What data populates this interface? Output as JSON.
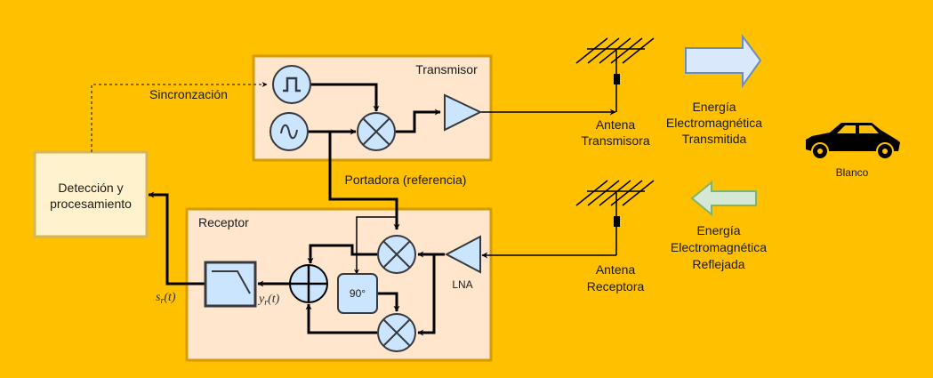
{
  "diagram": {
    "title": "Radar system block diagram",
    "colors": {
      "background": "#FFC000",
      "block_fill": "#FFE6CC",
      "block_border": "#D79B00",
      "component_fill": "#CCE5FF",
      "component_border": "#36393D",
      "detector_fill": "#FFF2CC",
      "detector_border": "#D6B656",
      "tx_arrow_fill": "#DAE8FC",
      "tx_arrow_border": "#6C8EBF",
      "rx_arrow_fill": "#D5E8D4",
      "rx_arrow_border": "#82B366",
      "wire": "#000000"
    },
    "blocks": {
      "transmitter": {
        "label": "Transmisor"
      },
      "receiver": {
        "label": "Receptor"
      },
      "detector": {
        "label_line1": "Detección y",
        "label_line2": "procesamiento"
      }
    },
    "components": {
      "pulse_generator": {
        "icon": "pulse-icon"
      },
      "oscillator": {
        "icon": "sine-wave-icon"
      },
      "tx_mixer": {
        "icon": "mixer-icon"
      },
      "power_amplifier": {
        "icon": "amplifier-icon"
      },
      "rx_mixer_i": {
        "icon": "mixer-icon"
      },
      "rx_mixer_q": {
        "icon": "mixer-icon"
      },
      "phase_shifter": {
        "label": "90°"
      },
      "lna": {
        "label": "LNA"
      },
      "summer": {
        "icon": "adder-icon"
      },
      "low_pass_filter": {
        "icon": "lowpass-filter-icon"
      }
    },
    "signals": {
      "sync": "Sincronzación",
      "carrier": "Portadora (referencia)",
      "s_main": "s",
      "s_sub": "r",
      "s_arg": "(t)",
      "y_main": "y",
      "y_sub": "r",
      "y_arg": "(t)"
    },
    "antennas": {
      "tx": {
        "line1": "Antena",
        "line2": "Transmisora"
      },
      "rx": {
        "line1": "Antena",
        "line2": "Receptora"
      }
    },
    "energy": {
      "transmitted": {
        "line1": "Energía",
        "line2": "Electromagnética",
        "line3": "Transmitida"
      },
      "reflected": {
        "line1": "Energía",
        "line2": "Electromagnética",
        "line3": "Reflejada"
      }
    },
    "target": {
      "label": "Blanco",
      "icon": "car-icon"
    }
  }
}
